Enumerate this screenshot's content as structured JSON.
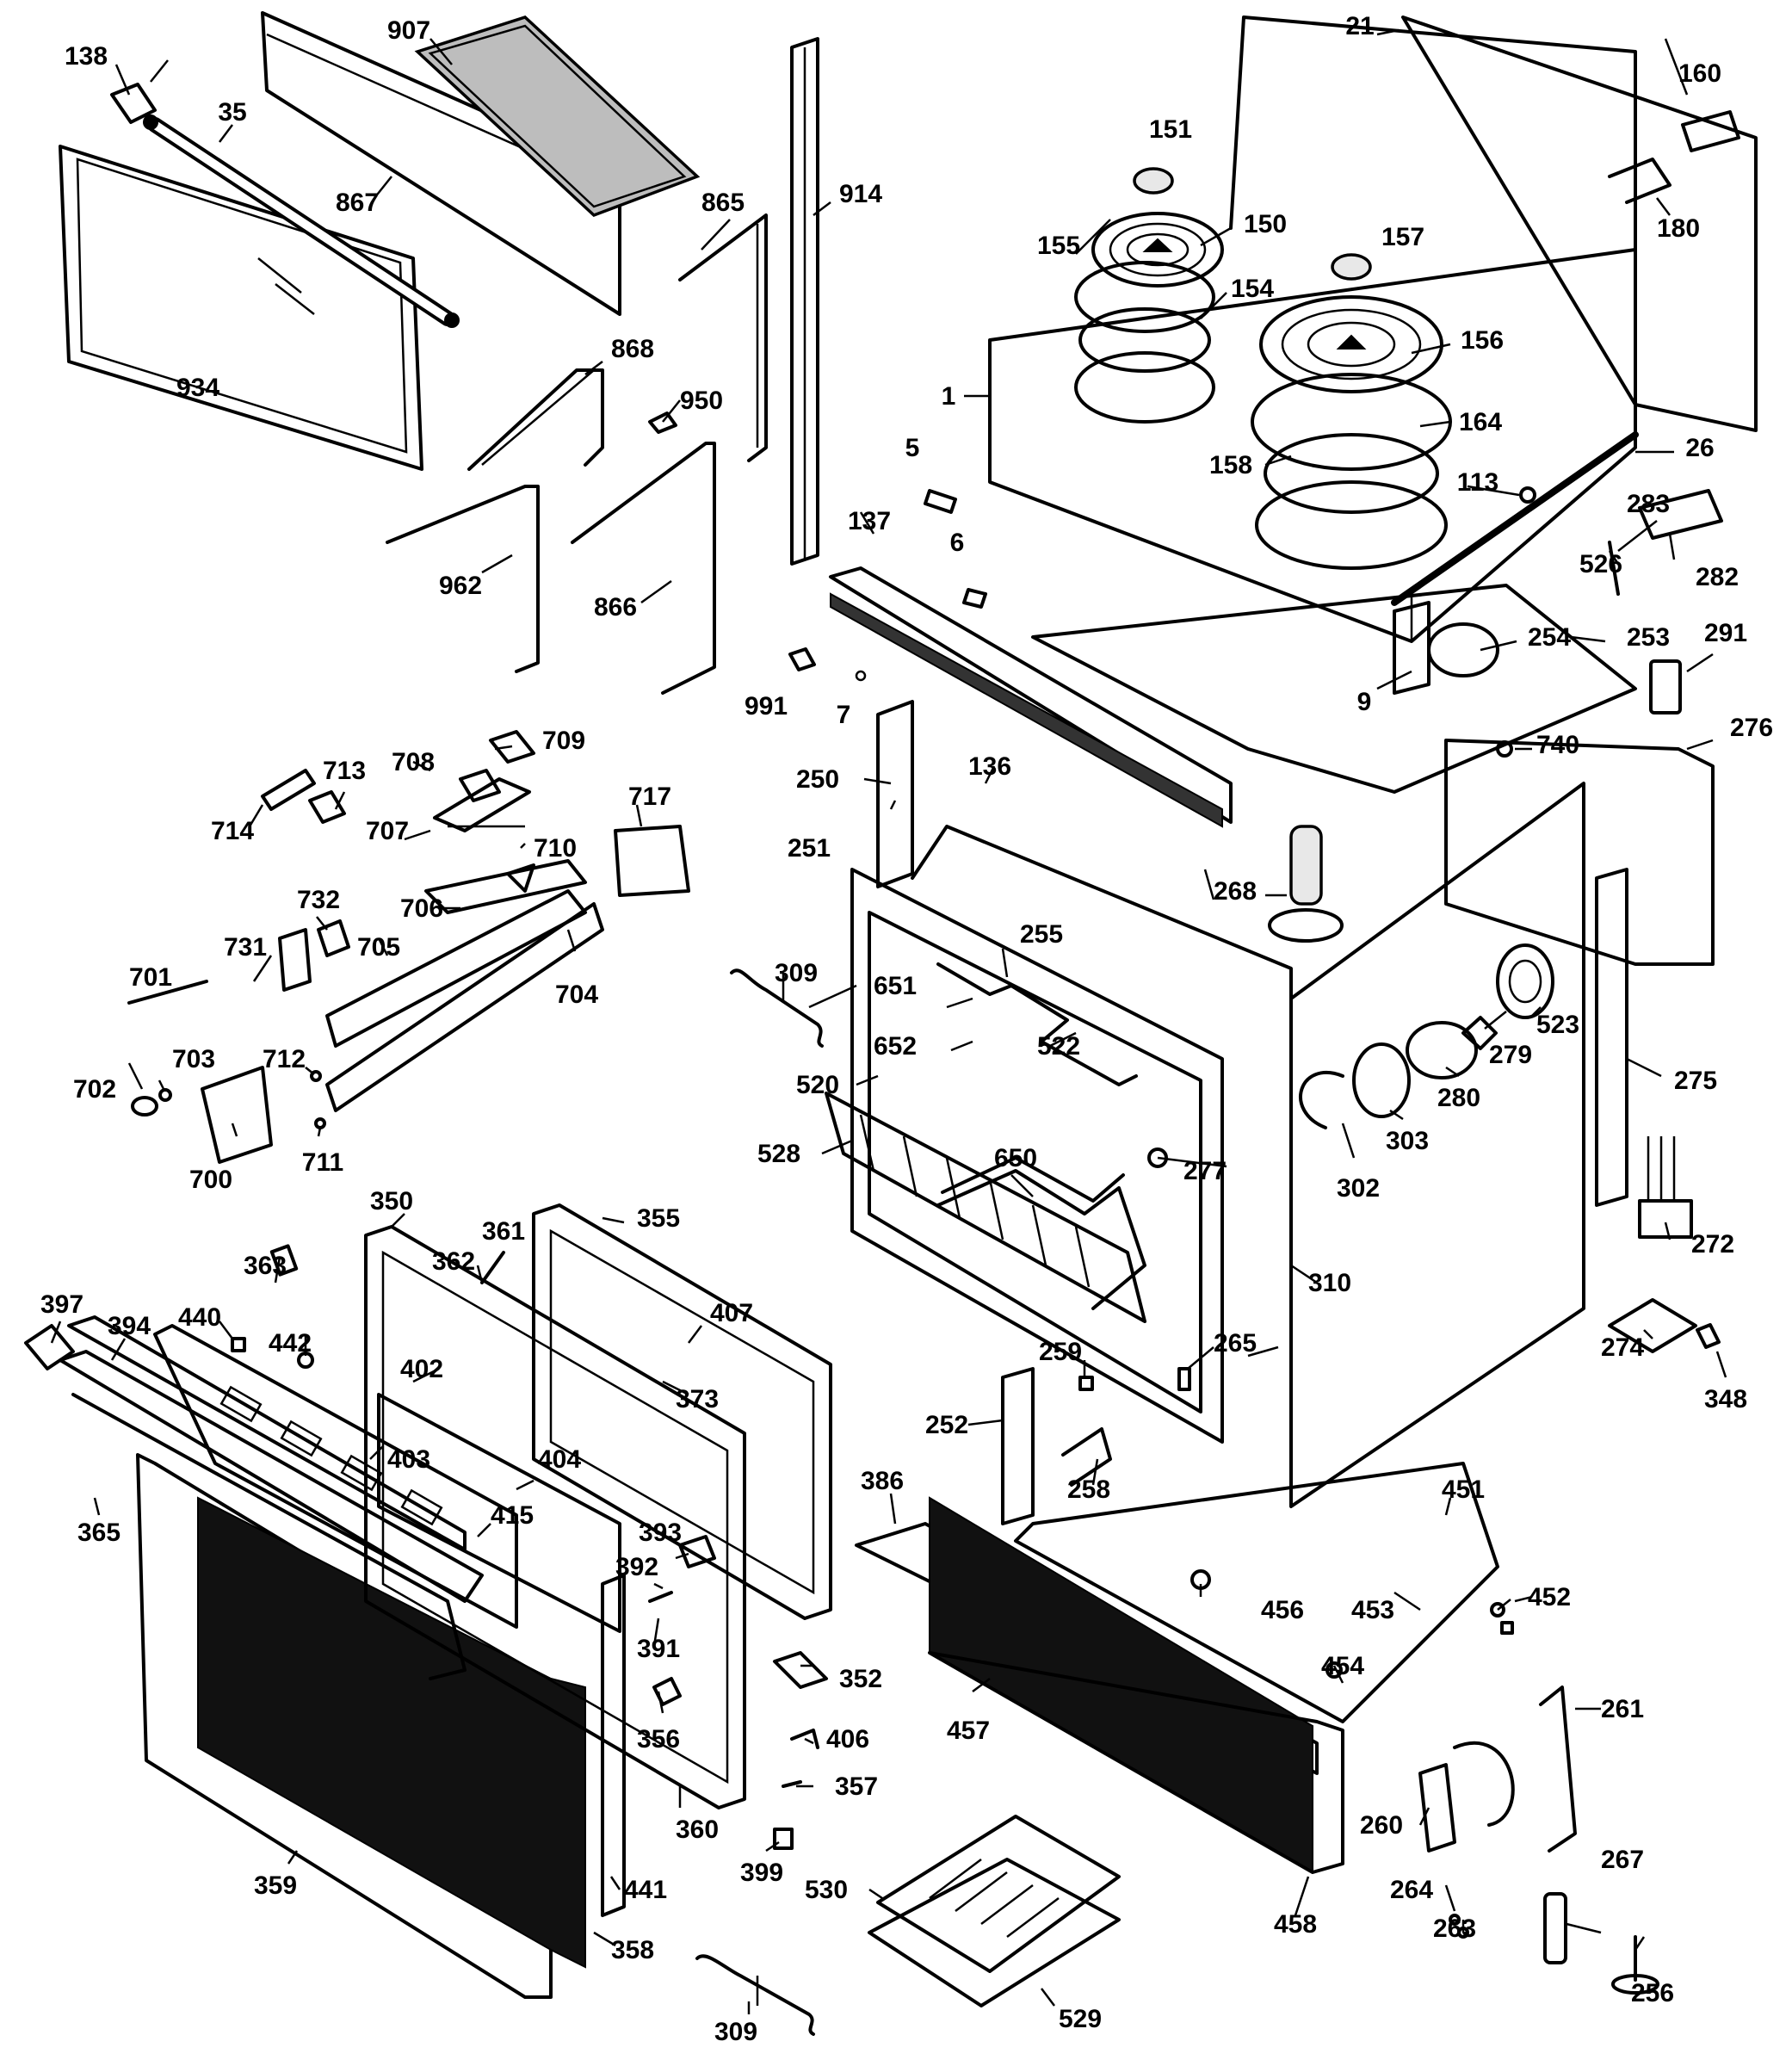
{
  "parts": [
    {
      "id": "p1",
      "number": "1"
    },
    {
      "id": "p5",
      "number": "5"
    },
    {
      "id": "p6",
      "number": "6"
    },
    {
      "id": "p7",
      "number": "7"
    },
    {
      "id": "p9",
      "number": "9"
    },
    {
      "id": "p21",
      "number": "21"
    },
    {
      "id": "p26",
      "number": "26"
    },
    {
      "id": "p35",
      "number": "35"
    },
    {
      "id": "p113",
      "number": "113"
    },
    {
      "id": "p136",
      "number": "136"
    },
    {
      "id": "p137",
      "number": "137"
    },
    {
      "id": "p138",
      "number": "138"
    },
    {
      "id": "p150",
      "number": "150"
    },
    {
      "id": "p151",
      "number": "151"
    },
    {
      "id": "p154",
      "number": "154"
    },
    {
      "id": "p155",
      "number": "155"
    },
    {
      "id": "p156",
      "number": "156"
    },
    {
      "id": "p157",
      "number": "157"
    },
    {
      "id": "p158",
      "number": "158"
    },
    {
      "id": "p160",
      "number": "160"
    },
    {
      "id": "p164",
      "number": "164"
    },
    {
      "id": "p180",
      "number": "180"
    },
    {
      "id": "p250",
      "number": "250"
    },
    {
      "id": "p251",
      "number": "251"
    },
    {
      "id": "p252",
      "number": "252"
    },
    {
      "id": "p253",
      "number": "253"
    },
    {
      "id": "p254",
      "number": "254"
    },
    {
      "id": "p255",
      "number": "255"
    },
    {
      "id": "p256",
      "number": "256"
    },
    {
      "id": "p258",
      "number": "258"
    },
    {
      "id": "p259",
      "number": "259"
    },
    {
      "id": "p260",
      "number": "260"
    },
    {
      "id": "p261",
      "number": "261"
    },
    {
      "id": "p263",
      "number": "263"
    },
    {
      "id": "p264",
      "number": "264"
    },
    {
      "id": "p265",
      "number": "265"
    },
    {
      "id": "p267",
      "number": "267"
    },
    {
      "id": "p268",
      "number": "268"
    },
    {
      "id": "p272",
      "number": "272"
    },
    {
      "id": "p274",
      "number": "274"
    },
    {
      "id": "p275",
      "number": "275"
    },
    {
      "id": "p276",
      "number": "276"
    },
    {
      "id": "p277",
      "number": "277"
    },
    {
      "id": "p279",
      "number": "279"
    },
    {
      "id": "p280",
      "number": "280"
    },
    {
      "id": "p282",
      "number": "282"
    },
    {
      "id": "p283",
      "number": "283"
    },
    {
      "id": "p291",
      "number": "291"
    },
    {
      "id": "p302",
      "number": "302"
    },
    {
      "id": "p303",
      "number": "303"
    },
    {
      "id": "p309a",
      "number": "309"
    },
    {
      "id": "p309b",
      "number": "309"
    },
    {
      "id": "p310",
      "number": "310"
    },
    {
      "id": "p348",
      "number": "348"
    },
    {
      "id": "p350",
      "number": "350"
    },
    {
      "id": "p352",
      "number": "352"
    },
    {
      "id": "p355",
      "number": "355"
    },
    {
      "id": "p356",
      "number": "356"
    },
    {
      "id": "p357",
      "number": "357"
    },
    {
      "id": "p358",
      "number": "358"
    },
    {
      "id": "p359",
      "number": "359"
    },
    {
      "id": "p360",
      "number": "360"
    },
    {
      "id": "p361",
      "number": "361"
    },
    {
      "id": "p362",
      "number": "362"
    },
    {
      "id": "p363",
      "number": "363"
    },
    {
      "id": "p365",
      "number": "365"
    },
    {
      "id": "p373",
      "number": "373"
    },
    {
      "id": "p386",
      "number": "386"
    },
    {
      "id": "p391",
      "number": "391"
    },
    {
      "id": "p392",
      "number": "392"
    },
    {
      "id": "p393",
      "number": "393"
    },
    {
      "id": "p394",
      "number": "394"
    },
    {
      "id": "p397",
      "number": "397"
    },
    {
      "id": "p399",
      "number": "399"
    },
    {
      "id": "p402",
      "number": "402"
    },
    {
      "id": "p403",
      "number": "403"
    },
    {
      "id": "p404",
      "number": "404"
    },
    {
      "id": "p406",
      "number": "406"
    },
    {
      "id": "p407",
      "number": "407"
    },
    {
      "id": "p415",
      "number": "415"
    },
    {
      "id": "p440",
      "number": "440"
    },
    {
      "id": "p441",
      "number": "441"
    },
    {
      "id": "p442",
      "number": "442"
    },
    {
      "id": "p451",
      "number": "451"
    },
    {
      "id": "p452",
      "number": "452"
    },
    {
      "id": "p453",
      "number": "453"
    },
    {
      "id": "p454",
      "number": "454"
    },
    {
      "id": "p456",
      "number": "456"
    },
    {
      "id": "p457",
      "number": "457"
    },
    {
      "id": "p458",
      "number": "458"
    },
    {
      "id": "p520",
      "number": "520"
    },
    {
      "id": "p522",
      "number": "522"
    },
    {
      "id": "p523",
      "number": "523"
    },
    {
      "id": "p526",
      "number": "526"
    },
    {
      "id": "p528",
      "number": "528"
    },
    {
      "id": "p529",
      "number": "529"
    },
    {
      "id": "p530",
      "number": "530"
    },
    {
      "id": "p650",
      "number": "650"
    },
    {
      "id": "p651",
      "number": "651"
    },
    {
      "id": "p652",
      "number": "652"
    },
    {
      "id": "p700",
      "number": "700"
    },
    {
      "id": "p701",
      "number": "701"
    },
    {
      "id": "p702",
      "number": "702"
    },
    {
      "id": "p703",
      "number": "703"
    },
    {
      "id": "p704",
      "number": "704"
    },
    {
      "id": "p705",
      "number": "705"
    },
    {
      "id": "p706",
      "number": "706"
    },
    {
      "id": "p707",
      "number": "707"
    },
    {
      "id": "p708",
      "number": "708"
    },
    {
      "id": "p709",
      "number": "709"
    },
    {
      "id": "p710",
      "number": "710"
    },
    {
      "id": "p711",
      "number": "711"
    },
    {
      "id": "p712",
      "number": "712"
    },
    {
      "id": "p713",
      "number": "713"
    },
    {
      "id": "p714",
      "number": "714"
    },
    {
      "id": "p717",
      "number": "717"
    },
    {
      "id": "p731",
      "number": "731"
    },
    {
      "id": "p732",
      "number": "732"
    },
    {
      "id": "p740",
      "number": "740"
    },
    {
      "id": "p865",
      "number": "865"
    },
    {
      "id": "p866",
      "number": "866"
    },
    {
      "id": "p867",
      "number": "867"
    },
    {
      "id": "p868",
      "number": "868"
    },
    {
      "id": "p907",
      "number": "907"
    },
    {
      "id": "p914",
      "number": "914"
    },
    {
      "id": "p934",
      "number": "934"
    },
    {
      "id": "p950",
      "number": "950"
    },
    {
      "id": "p962",
      "number": "962"
    },
    {
      "id": "p991",
      "number": "991"
    }
  ]
}
